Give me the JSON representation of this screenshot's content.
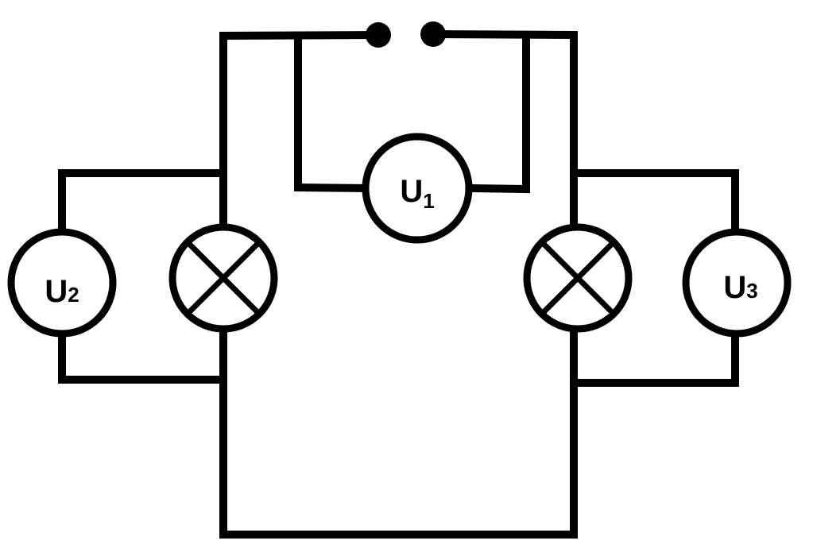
{
  "voltmeters": [
    {
      "id": "u1",
      "symbol": "U",
      "subscript": "1"
    },
    {
      "id": "u2",
      "symbol": "U",
      "subscript": "2"
    },
    {
      "id": "u3",
      "symbol": "U",
      "subscript": "3"
    }
  ],
  "lamps": [
    {
      "id": "lamp-left"
    },
    {
      "id": "lamp-right"
    }
  ],
  "colors": {
    "line": "#000000",
    "background": "#ffffff"
  }
}
